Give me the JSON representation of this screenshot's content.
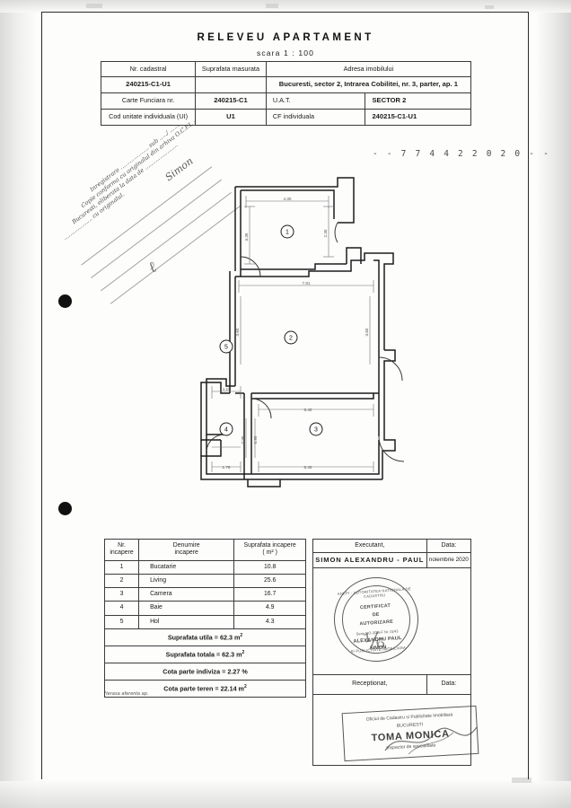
{
  "document": {
    "title": "RELEVEU  APARTAMENT",
    "scale": "scara  1 : 100",
    "reference_number": "- - 7 7 4 4 2   2 0 2 0 - -"
  },
  "header_table": {
    "col_headers": {
      "cadastral_no": "Nr. cadastral",
      "measured_area": "Suprafata masurata",
      "address": "Adresa imobilului"
    },
    "cadastral_no_value": "240215-C1-U1",
    "measured_area_value": "",
    "address_value": "Bucuresti, sector 2, Intrarea Cobilitei, nr. 3, parter, ap. 1",
    "land_book_label": "Carte Funciara  nr.",
    "land_book_value": "240215-C1",
    "uat_label": "U.A.T.",
    "uat_value": "SECTOR 2",
    "ui_code_label": "Cod unitate individuala (UI)",
    "ui_code_value": "U1",
    "cf_individual_label": "CF individuala",
    "cf_individual_value": "240215-C1-U1"
  },
  "archive_note": {
    "line1": "Inregistrare  ................... sub  ...../  ......",
    "line2": "Copie conforma cu originalul din arhiva O.C.P.I. -",
    "line3": "Bucuresti, eliberata la data de ......................",
    "line4": "................... cu originalul.",
    "signature": "Simon",
    "scribble": "ℓ"
  },
  "plan": {
    "room_markers": [
      "1",
      "2",
      "3",
      "4",
      "5"
    ],
    "dimensions": {
      "room1_width": "4.30",
      "room1_height": "3.35",
      "room1_right": "2.30",
      "room2_width": "7.81",
      "room2_left": "3.60",
      "room2_right": "3.60",
      "room3_width": "5.40",
      "room3_lower": "5.40",
      "room4_width": "1.79",
      "room5_width": "1.11",
      "hall_w": "0.95",
      "hall_w2": "0.95"
    }
  },
  "room_table": {
    "headers": {
      "nr": "Nr.",
      "nr2": "incapere",
      "name": "Denumire",
      "name2": "incapere",
      "area": "Suprafata incapere",
      "area_unit": "( m² )"
    },
    "rows": [
      {
        "nr": "1",
        "name": "Bucatarie",
        "area": "10.8"
      },
      {
        "nr": "2",
        "name": "Living",
        "area": "25.6"
      },
      {
        "nr": "3",
        "name": "Camera",
        "area": "16.7"
      },
      {
        "nr": "4",
        "name": "Baie",
        "area": "4.9"
      },
      {
        "nr": "5",
        "name": "Hol",
        "area": "4.3"
      }
    ],
    "totals": [
      {
        "label": "Suprafata utila = 62.3 m",
        "unit": "2"
      },
      {
        "label": "Suprafata totala = 62.3 m",
        "unit": "2"
      },
      {
        "label": "Cota parte indiviza = 2.27 %",
        "unit": ""
      },
      {
        "label": "Cota parte teren = 22.14 m",
        "unit": "2"
      }
    ],
    "footnote": "*terasa aferenta ap."
  },
  "executant_block": {
    "executant_label": "Executant,",
    "executant_name": "SIMON ALEXANDRU - PAUL",
    "date_label": "Data:",
    "date_value": "noiembrie 2020",
    "receptionat_label": "Receptionat,",
    "receptionat_date_label": "Data:"
  },
  "authorization_stamp": {
    "arc_top": "ANCPI  ·  AUTORITATEA  NATIONALA  DE  CADASTRU",
    "arc_bottom": "SI  PUBLICITATE  IMOBILIARA",
    "line1": "CERTIFICAT",
    "line2": "DE",
    "line3": "AUTORIZARE",
    "series": "Seria RO-3GB-F Nr. 0243",
    "name_line1": "ALEXANDRU PAUL",
    "name_line2": "SIMON"
  },
  "ocpi_stamp": {
    "line1": "Oficiul de Cadastru si Publicitate Imobiliara",
    "line2": "BUCURESTI",
    "name": "TOMA MONICA",
    "role": "Inspector de specialitate"
  }
}
